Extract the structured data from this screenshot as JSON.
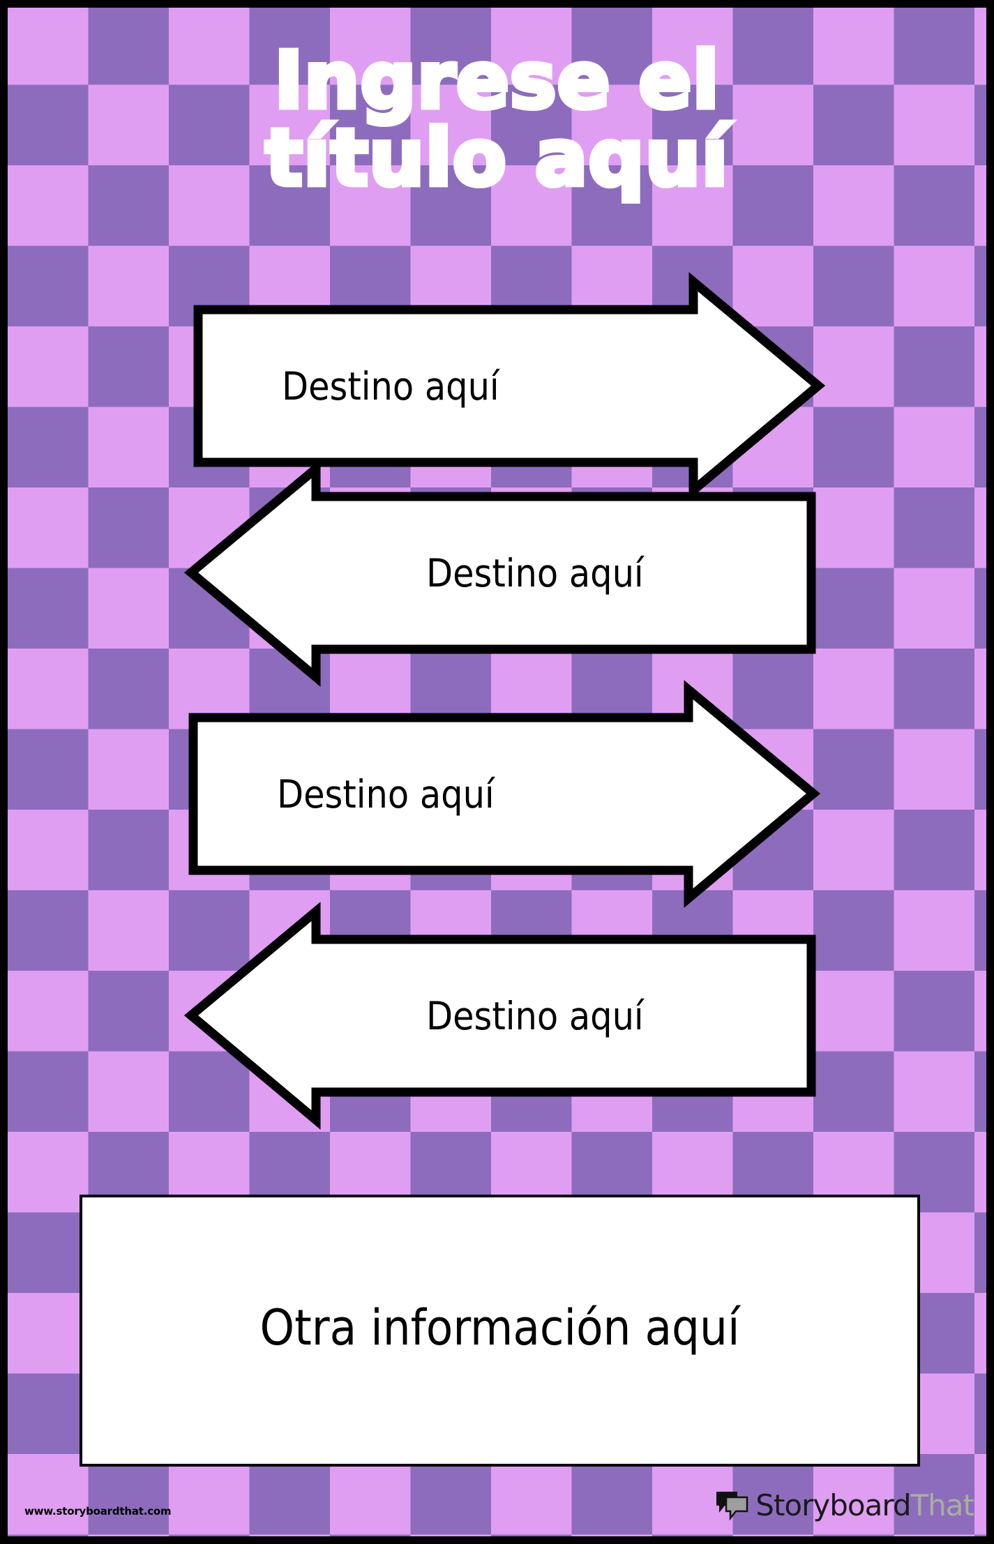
{
  "poster": {
    "title": "Ingrese el\ntítulo aquí",
    "background": {
      "pattern": "checkerboard",
      "light_color": "#e09ef2",
      "dark_color": "#8d6cbe",
      "frame_color": "#000000"
    },
    "arrows": [
      {
        "label": "Destino aquí",
        "direction": "right"
      },
      {
        "label": "Destino aquí",
        "direction": "left"
      },
      {
        "label": "Destino aquí",
        "direction": "right"
      },
      {
        "label": "Destino aquí",
        "direction": "left"
      }
    ],
    "info_box": {
      "text": "Otra información aquí",
      "fill": "#ffffff",
      "stroke": "#000000"
    },
    "footer": {
      "url": "www.storyboardthat.com",
      "logo": {
        "icon": "speech-bubbles-icon",
        "brand_primary": "Storyboard",
        "brand_secondary": "That",
        "primary_color": "#1a1a1a",
        "secondary_color": "#a9b09b"
      }
    }
  }
}
